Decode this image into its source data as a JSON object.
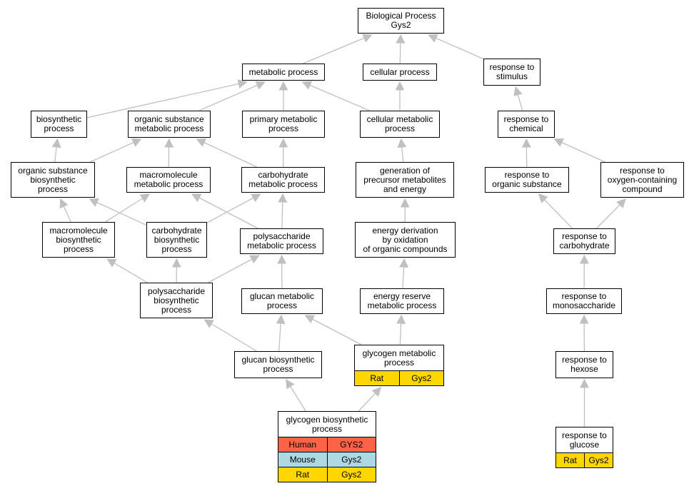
{
  "nodes": {
    "bp": {
      "label": "Biological Process\nGys2"
    },
    "metabolic": {
      "label": "metabolic process"
    },
    "cellular": {
      "label": "cellular process"
    },
    "stimulus": {
      "label": "response to\nstimulus"
    },
    "biosynthetic": {
      "label": "biosynthetic\nprocess"
    },
    "org_sub_met": {
      "label": "organic substance\nmetabolic process"
    },
    "primary_met": {
      "label": "primary metabolic\nprocess"
    },
    "cell_met": {
      "label": "cellular metabolic\nprocess"
    },
    "chemical": {
      "label": "response to\nchemical"
    },
    "org_sub_bio": {
      "label": "organic substance\nbiosynthetic\nprocess"
    },
    "macro_met": {
      "label": "macromolecule\nmetabolic process"
    },
    "carb_met": {
      "label": "carbohydrate\nmetabolic process"
    },
    "gen_precursor": {
      "label": "generation of\nprecursor metabolites\nand energy"
    },
    "resp_org_sub": {
      "label": "response to\norganic substance"
    },
    "resp_oxygen": {
      "label": "response to\noxygen-containing\ncompound"
    },
    "macro_bio": {
      "label": "macromolecule\nbiosynthetic\nprocess"
    },
    "carb_bio": {
      "label": "carbohydrate\nbiosynthetic\nprocess"
    },
    "poly_met": {
      "label": "polysaccharide\nmetabolic process"
    },
    "energy_deriv": {
      "label": "energy derivation\nby oxidation\nof organic compounds"
    },
    "resp_carb": {
      "label": "response to\ncarbohydrate"
    },
    "poly_bio": {
      "label": "polysaccharide\nbiosynthetic\nprocess"
    },
    "glucan_met": {
      "label": "glucan metabolic\nprocess"
    },
    "energy_reserve": {
      "label": "energy reserve\nmetabolic process"
    },
    "resp_mono": {
      "label": "response to\nmonosaccharide"
    },
    "glucan_bio": {
      "label": "glucan biosynthetic\nprocess"
    },
    "glycogen_met": {
      "label": "glycogen metabolic\nprocess",
      "genes": [
        {
          "species": "Rat",
          "gene": "Gys2"
        }
      ]
    },
    "resp_hexose": {
      "label": "response to\nhexose"
    },
    "glycogen_bio": {
      "label": "glycogen biosynthetic\nprocess",
      "genes": [
        {
          "species": "Human",
          "gene": "GYS2"
        },
        {
          "species": "Mouse",
          "gene": "Gys2"
        },
        {
          "species": "Rat",
          "gene": "Gys2"
        }
      ]
    },
    "resp_glucose": {
      "label": "response to\nglucose",
      "genes": [
        {
          "species": "Rat",
          "gene": "Gys2"
        }
      ]
    }
  },
  "edges": [
    [
      "metabolic",
      "bp"
    ],
    [
      "cellular",
      "bp"
    ],
    [
      "stimulus",
      "bp"
    ],
    [
      "biosynthetic",
      "metabolic"
    ],
    [
      "org_sub_met",
      "metabolic"
    ],
    [
      "primary_met",
      "metabolic"
    ],
    [
      "cell_met",
      "metabolic"
    ],
    [
      "cell_met",
      "cellular"
    ],
    [
      "chemical",
      "stimulus"
    ],
    [
      "org_sub_bio",
      "biosynthetic"
    ],
    [
      "org_sub_bio",
      "org_sub_met"
    ],
    [
      "macro_met",
      "org_sub_met"
    ],
    [
      "carb_met",
      "org_sub_met"
    ],
    [
      "carb_met",
      "primary_met"
    ],
    [
      "gen_precursor",
      "cell_met"
    ],
    [
      "resp_org_sub",
      "chemical"
    ],
    [
      "resp_oxygen",
      "chemical"
    ],
    [
      "macro_bio",
      "org_sub_bio"
    ],
    [
      "macro_bio",
      "macro_met"
    ],
    [
      "carb_bio",
      "org_sub_bio"
    ],
    [
      "carb_bio",
      "carb_met"
    ],
    [
      "poly_met",
      "macro_met"
    ],
    [
      "poly_met",
      "carb_met"
    ],
    [
      "energy_deriv",
      "gen_precursor"
    ],
    [
      "resp_carb",
      "resp_org_sub"
    ],
    [
      "resp_carb",
      "resp_oxygen"
    ],
    [
      "poly_bio",
      "macro_bio"
    ],
    [
      "poly_bio",
      "carb_bio"
    ],
    [
      "poly_bio",
      "poly_met"
    ],
    [
      "glucan_met",
      "poly_met"
    ],
    [
      "energy_reserve",
      "energy_deriv"
    ],
    [
      "resp_mono",
      "resp_carb"
    ],
    [
      "glucan_bio",
      "poly_bio"
    ],
    [
      "glucan_bio",
      "glucan_met"
    ],
    [
      "glycogen_met",
      "glucan_met"
    ],
    [
      "glycogen_met",
      "energy_reserve"
    ],
    [
      "resp_hexose",
      "resp_mono"
    ],
    [
      "glycogen_bio",
      "glucan_bio"
    ],
    [
      "glycogen_bio",
      "glycogen_met"
    ],
    [
      "resp_glucose",
      "resp_hexose"
    ]
  ],
  "colors": {
    "edge": "#c0c0c0",
    "human": "#ff6347",
    "mouse": "#add8e6",
    "rat": "#ffd700"
  }
}
